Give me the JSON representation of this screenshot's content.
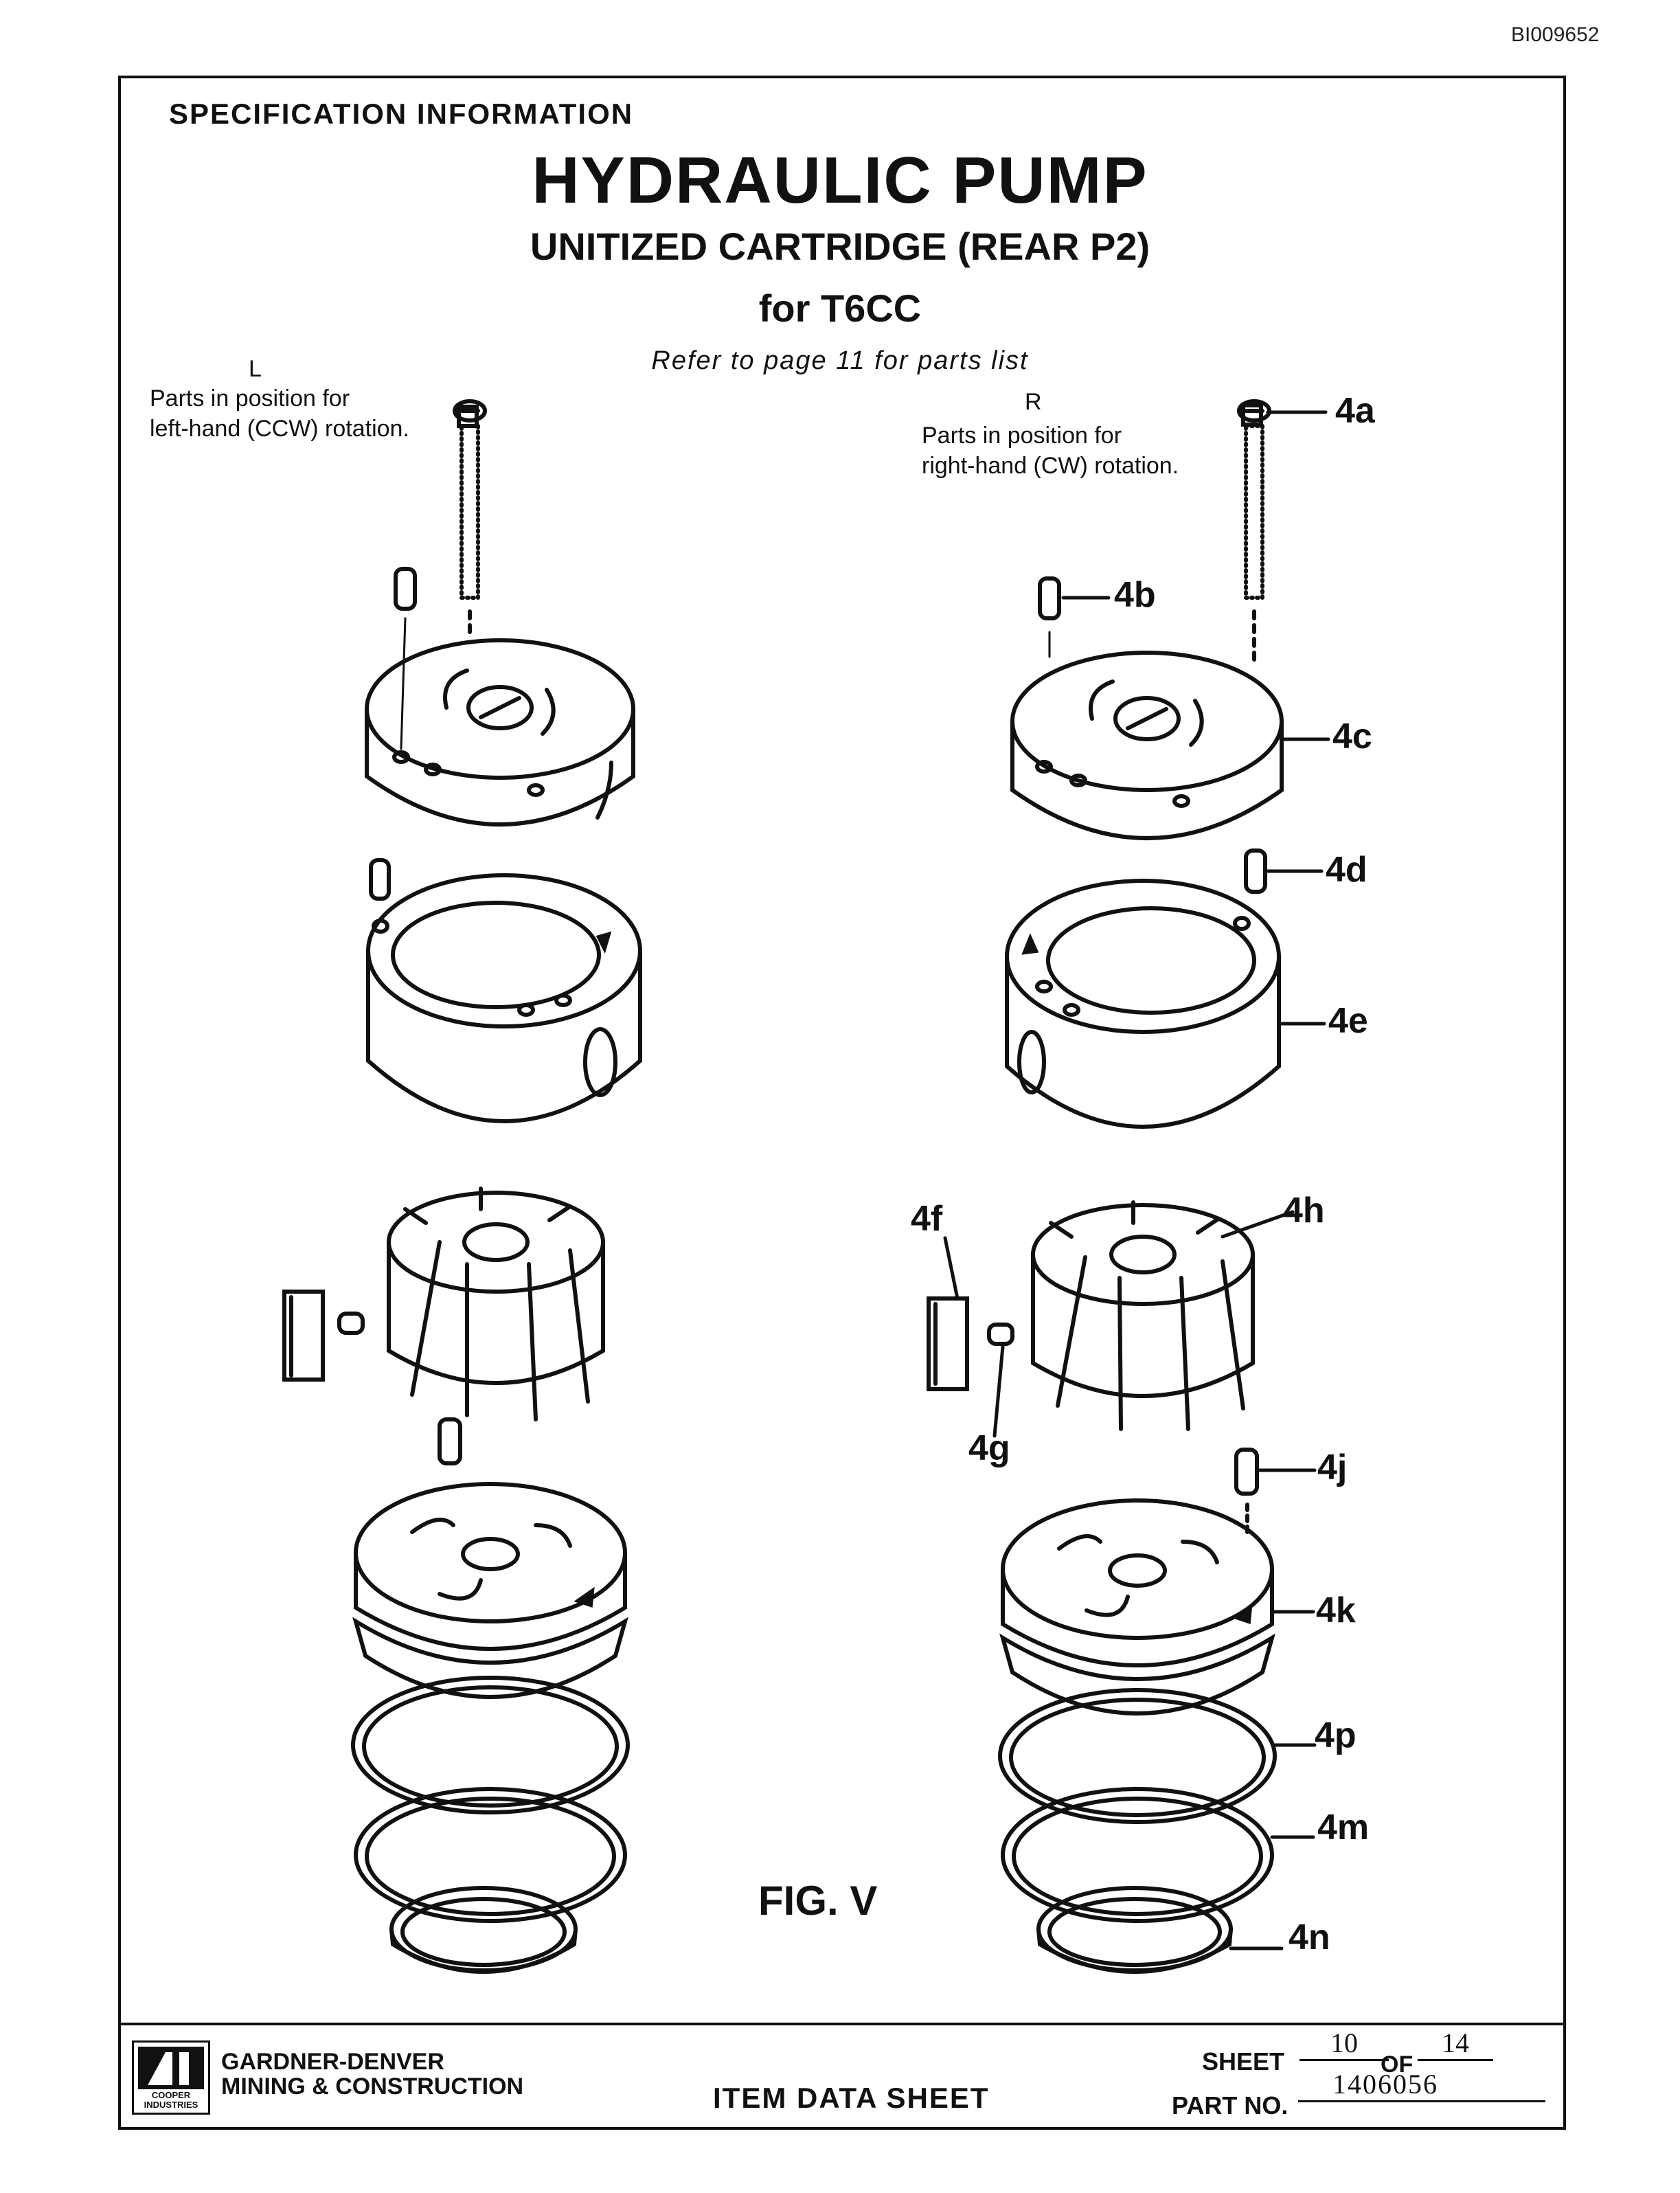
{
  "doc_id": "BI009652",
  "header": {
    "spec": "SPECIFICATION INFORMATION",
    "title": "HYDRAULIC PUMP",
    "subtitle": "UNITIZED CARTRIDGE (REAR P2)",
    "model": "for T6CC",
    "refer": "Refer to page 11 for parts list"
  },
  "left": {
    "tag": "L",
    "caption_1": "Parts in position for",
    "caption_2": "left-hand (CCW) rotation."
  },
  "right": {
    "tag": "R",
    "caption_1": "Parts in position for",
    "caption_2": "right-hand (CW) rotation."
  },
  "labels": {
    "4a": "4a",
    "4b": "4b",
    "4c": "4c",
    "4d": "4d",
    "4e": "4e",
    "4f": "4f",
    "4g": "4g",
    "4h": "4h",
    "4j": "4j",
    "4k": "4k",
    "4p": "4p",
    "4m": "4m",
    "4n": "4n"
  },
  "figure": "FIG. V",
  "footer": {
    "company_1": "GARDNER-DENVER",
    "company_2": "MINING & CONSTRUCTION",
    "logo_text": "COOPER INDUSTRIES",
    "sheet_label": "ITEM DATA SHEET",
    "sheet": "SHEET",
    "sheet_no": "10",
    "of": "OF",
    "total": "14",
    "part_label": "PART NO.",
    "part_no": "1406056"
  }
}
